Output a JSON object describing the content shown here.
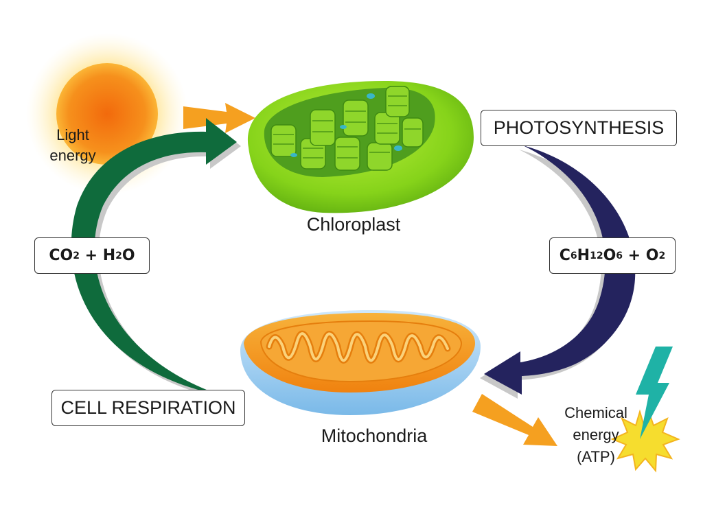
{
  "labels": {
    "light_energy_line1": "Light",
    "light_energy_line2": "energy",
    "photosynthesis": "PHOTOSYNTHESIS",
    "chloroplast": "Chloroplast",
    "cell_respiration": "CELL RESPIRATION",
    "mitochondria": "Mitochondria",
    "chemical_energy_line1": "Chemical",
    "chemical_energy_line2": "energy",
    "chemical_energy_line3": "(ATP)"
  },
  "formulas": {
    "inputs": {
      "a": "CO",
      "a_sub": "2",
      "plus": " + ",
      "b": "H",
      "b_sub": "2",
      "c": "O"
    },
    "products": {
      "a": "C",
      "a_sub": "6",
      "b": "H",
      "b_sub": "12",
      "c": "O",
      "c_sub": "6",
      "plus": " + ",
      "d": "O",
      "d_sub": "2"
    }
  },
  "colors": {
    "sun_core": "#f47c10",
    "sun_glow": "#ffe9a0",
    "arrow_orange": "#f5a020",
    "arrow_green": "#0f6b3c",
    "arrow_navy": "#24235e",
    "arrow_shadow": "#c8c8c8",
    "chloroplast_outer": "#8dd61e",
    "chloroplast_inner": "#4fae22",
    "mito_outer": "#f29a1e",
    "mito_membrane": "#8cc8ee",
    "bolt": "#1fb2a6",
    "burst": "#f6dd2e"
  }
}
